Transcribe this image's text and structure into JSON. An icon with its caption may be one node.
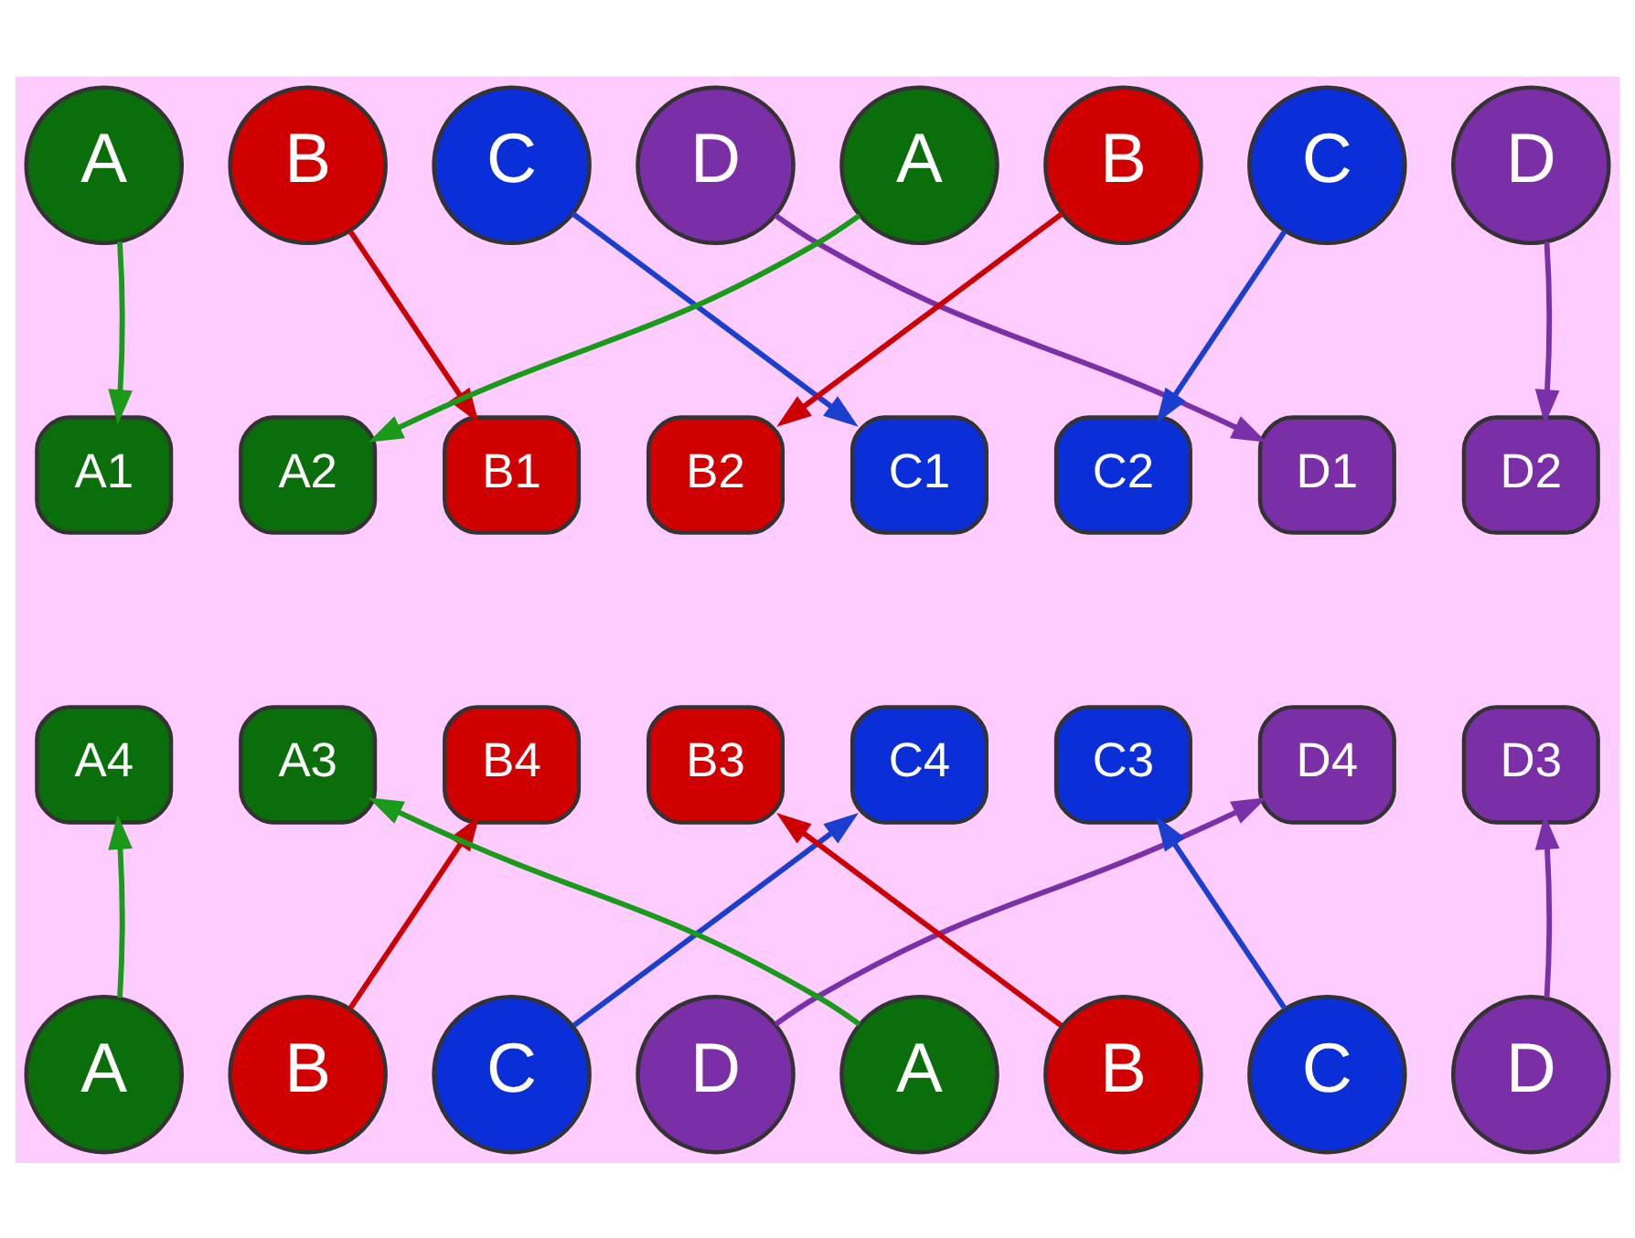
{
  "diagram": {
    "nodes": [
      {
        "text": [
          "A"
        ]
      },
      {
        "text": [
          "B"
        ]
      },
      {
        "text": [
          "C"
        ]
      },
      {
        "text": [
          "D"
        ]
      },
      {
        "text": [
          "A"
        ]
      },
      {
        "text": [
          "B"
        ]
      },
      {
        "text": [
          "C"
        ]
      },
      {
        "text": [
          "D"
        ]
      },
      {
        "text": [
          "A1"
        ]
      },
      {
        "text": [
          "A2"
        ]
      },
      {
        "text": [
          "B1"
        ]
      },
      {
        "text": [
          "B2"
        ]
      },
      {
        "text": [
          "C1"
        ]
      },
      {
        "text": [
          "C2"
        ]
      },
      {
        "text": [
          "D1"
        ]
      },
      {
        "text": [
          "D2"
        ]
      },
      {
        "text": [
          "A4"
        ]
      },
      {
        "text": [
          "A3"
        ]
      },
      {
        "text": [
          "B4"
        ]
      },
      {
        "text": [
          "B3"
        ]
      },
      {
        "text": [
          "C4"
        ]
      },
      {
        "text": [
          "C3"
        ]
      },
      {
        "text": [
          "D4"
        ]
      },
      {
        "text": [
          "D3"
        ]
      },
      {
        "text": [
          "A"
        ]
      },
      {
        "text": [
          "B"
        ]
      },
      {
        "text": [
          "C"
        ]
      },
      {
        "text": [
          "D"
        ]
      },
      {
        "text": [
          "A"
        ]
      },
      {
        "text": [
          "B"
        ]
      },
      {
        "text": [
          "C"
        ]
      },
      {
        "text": [
          "D"
        ]
      }
    ],
    "edges": [
      {
        "from": 0,
        "to": 8,
        "arrow": "to",
        "color": "#1a9a1a"
      },
      {
        "from": 1,
        "to": 10,
        "arrow": "to",
        "color": "#cc0000"
      },
      {
        "from": 2,
        "to": 12,
        "arrow": "to",
        "color": "#1a3fd0"
      },
      {
        "from": 3,
        "to": 14,
        "arrow": "to",
        "color": "#7a30a8"
      },
      {
        "from": 4,
        "to": 9,
        "arrow": "to",
        "color": "#1a9a1a"
      },
      {
        "from": 5,
        "to": 11,
        "arrow": "to",
        "color": "#cc0000"
      },
      {
        "from": 6,
        "to": 13,
        "arrow": "to",
        "color": "#1a3fd0"
      },
      {
        "from": 7,
        "to": 15,
        "arrow": "to",
        "color": "#7a30a8"
      },
      {
        "from": 24,
        "to": 16,
        "arrow": "to",
        "color": "#1a9a1a"
      },
      {
        "from": 25,
        "to": 18,
        "arrow": "to",
        "color": "#cc0000"
      },
      {
        "from": 26,
        "to": 20,
        "arrow": "to",
        "color": "#1a3fd0"
      },
      {
        "from": 27,
        "to": 22,
        "arrow": "to",
        "color": "#7a30a8"
      },
      {
        "from": 28,
        "to": 17,
        "arrow": "to",
        "color": "#1a9a1a"
      },
      {
        "from": 29,
        "to": 19,
        "arrow": "to",
        "color": "#cc0000"
      },
      {
        "from": 30,
        "to": 21,
        "arrow": "to",
        "color": "#1a3fd0"
      },
      {
        "from": 31,
        "to": 23,
        "arrow": "to",
        "color": "#7a30a8"
      }
    ]
  }
}
